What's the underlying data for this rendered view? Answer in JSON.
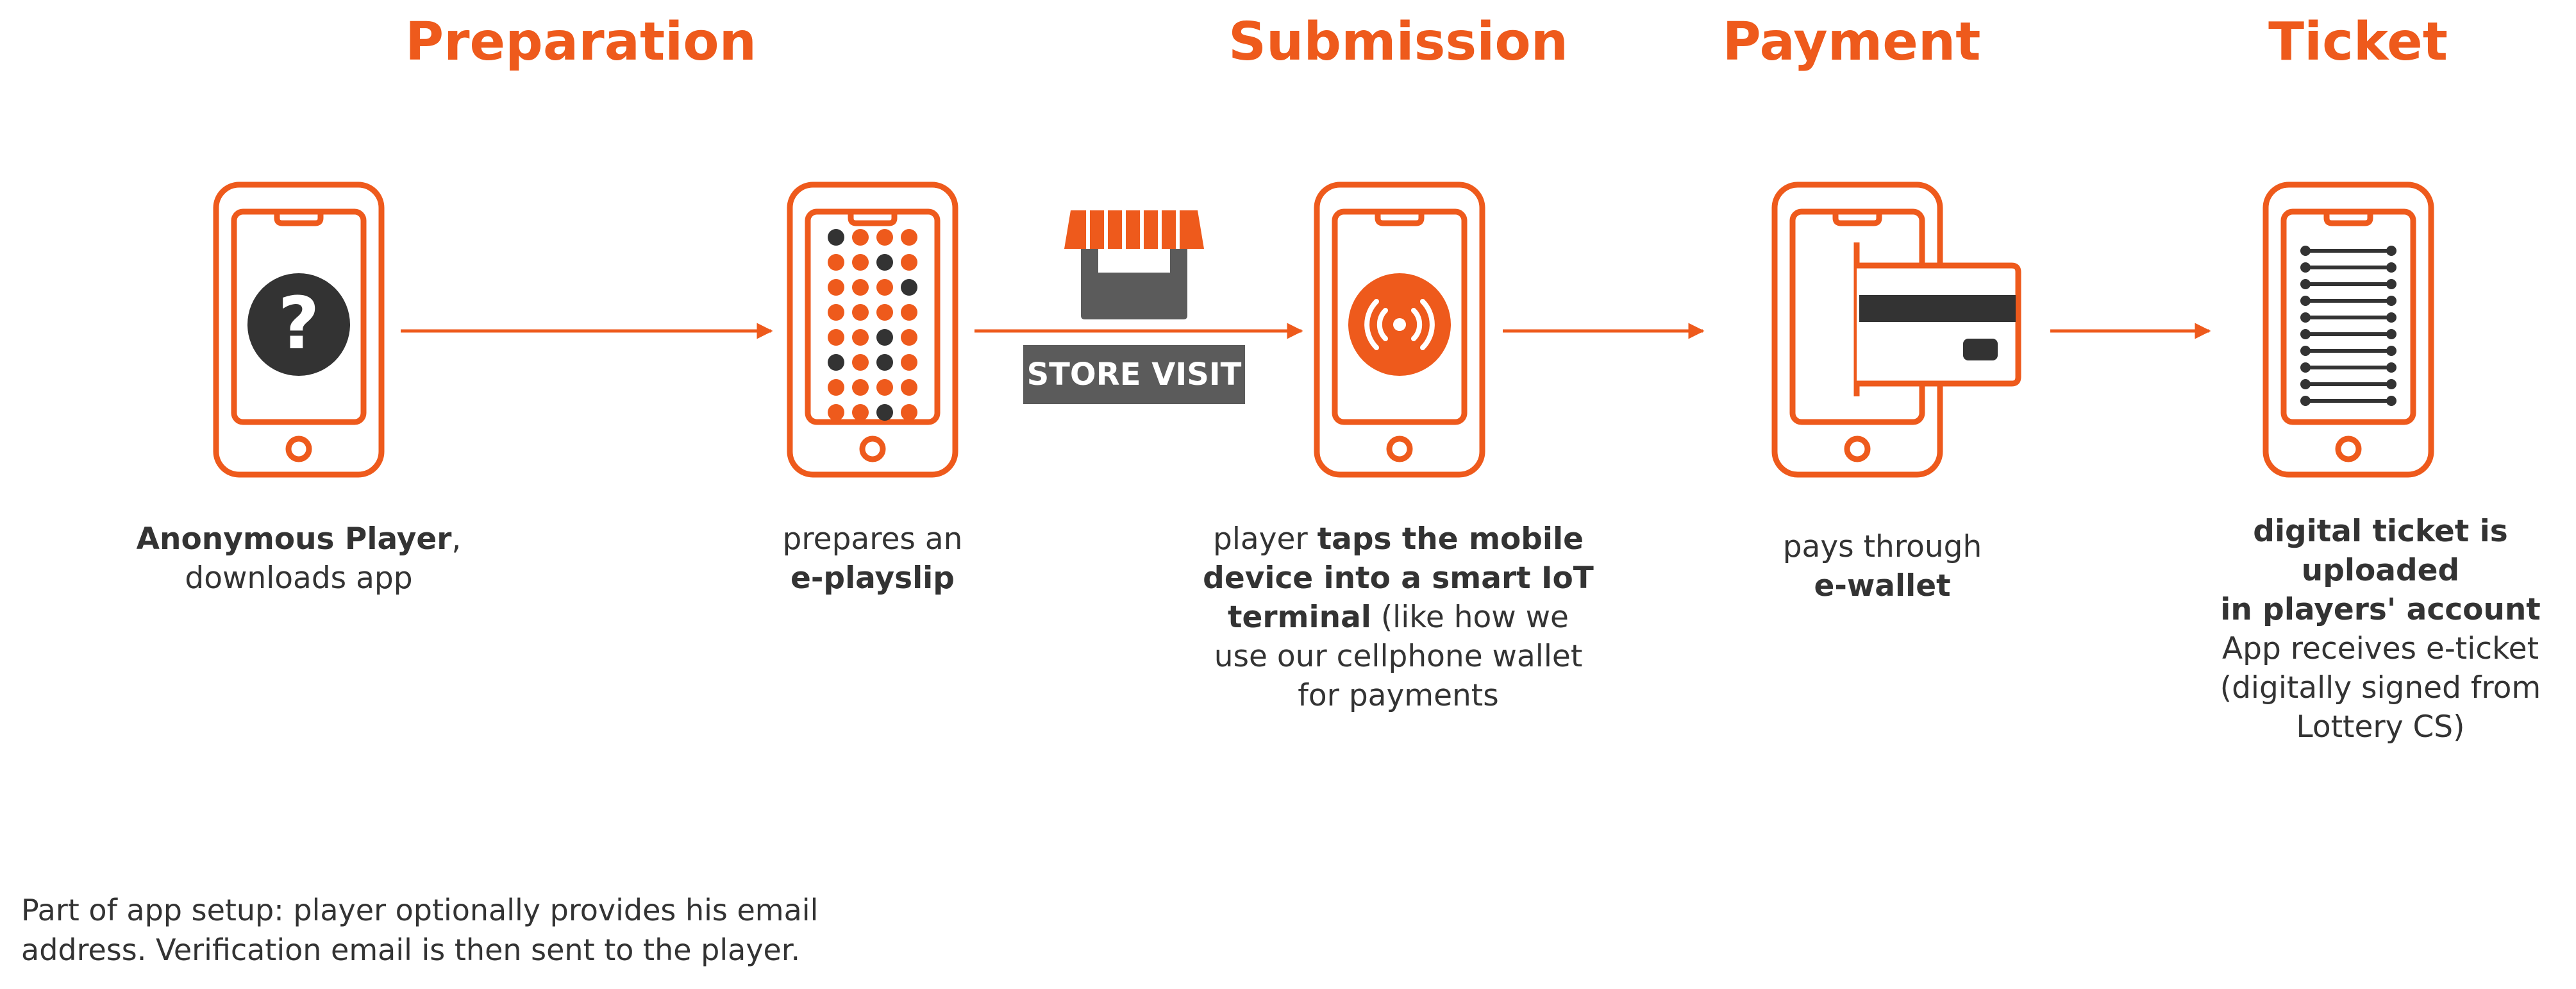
{
  "stages": [
    {
      "id": "preparation",
      "title": "Preparation"
    },
    {
      "id": "submission",
      "title": "Submission"
    },
    {
      "id": "payment",
      "title": "Payment"
    },
    {
      "id": "ticket",
      "title": "Ticket"
    }
  ],
  "steps": {
    "download": {
      "bold1": "Anonymous Player",
      "rest1": ",",
      "line2": "downloads app"
    },
    "playslip": {
      "line1": "prepares an",
      "bold2": "e-playslip"
    },
    "submit": {
      "pre1": "player ",
      "bold1": "taps the mobile",
      "bold2": "device into a smart IoT",
      "bold3": "terminal",
      "rest3": " (like how we",
      "line4": "use our cellphone wallet",
      "line5": "for payments"
    },
    "pay": {
      "line1": "pays through",
      "bold2": "e-wallet"
    },
    "ticket": {
      "bold1": "digital ticket is uploaded",
      "bold2": "in players' account",
      "line3": "App receives e-ticket",
      "line4": "(digitally signed from",
      "line5": "Lottery  CS)"
    }
  },
  "store_visit_label": "STORE VISIT",
  "help_glyph": "?",
  "footnote": {
    "line1": "Part of app setup: player optionally provides his email",
    "line2": "address. Verification email is then sent to the player."
  },
  "colors": {
    "accent": "#ee5a1c",
    "dark": "#333333",
    "store": "#5b5b5b"
  },
  "icons": [
    "smartphone-icon",
    "question-icon",
    "playslip-grid-icon",
    "storefront-icon",
    "nfc-icon",
    "credit-card-icon",
    "ticket-icon",
    "arrow-icon"
  ]
}
